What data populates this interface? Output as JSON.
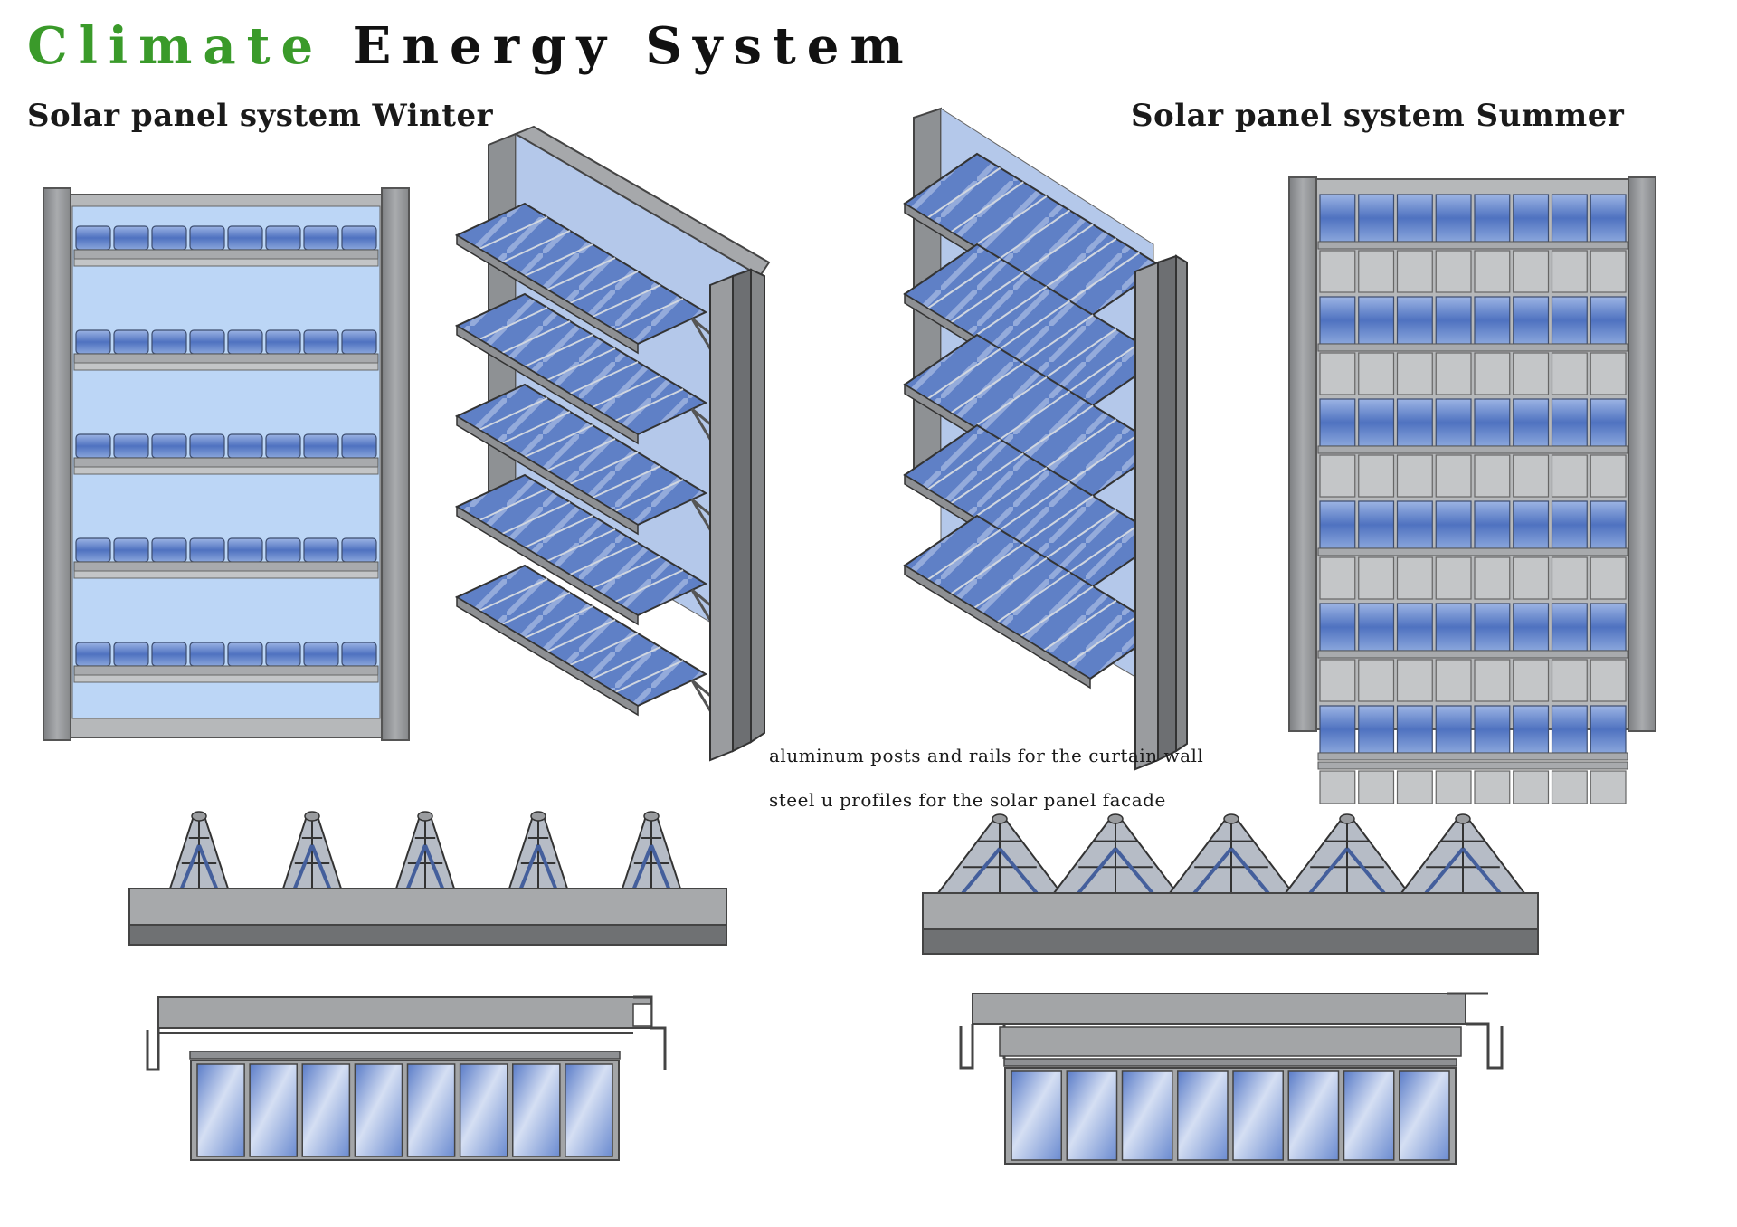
{
  "title": {
    "word_green": "Climate",
    "word_black": "Energy System"
  },
  "sections": {
    "winter_label": "Solar panel system Winter",
    "summer_label": "Solar panel system Summer"
  },
  "captions": {
    "posts": "aluminum posts and rails for the curtain wall",
    "profiles": "steel u profiles for the solar panel facade"
  },
  "colors": {
    "title_green": "#3a9a2a",
    "frame_grey": "#9a9c9e",
    "glass_blue": "#5d7fc9",
    "sky_blue": "#bcd6f6"
  },
  "winter_elevation": {
    "rows": 5,
    "panels_per_row": 8
  },
  "summer_elevation": {
    "rows": 6,
    "panels_per_row": 8
  },
  "winter_section": {
    "supports": 5
  },
  "summer_section": {
    "supports": 5
  },
  "plan_views": {
    "glass_bays": 8
  }
}
